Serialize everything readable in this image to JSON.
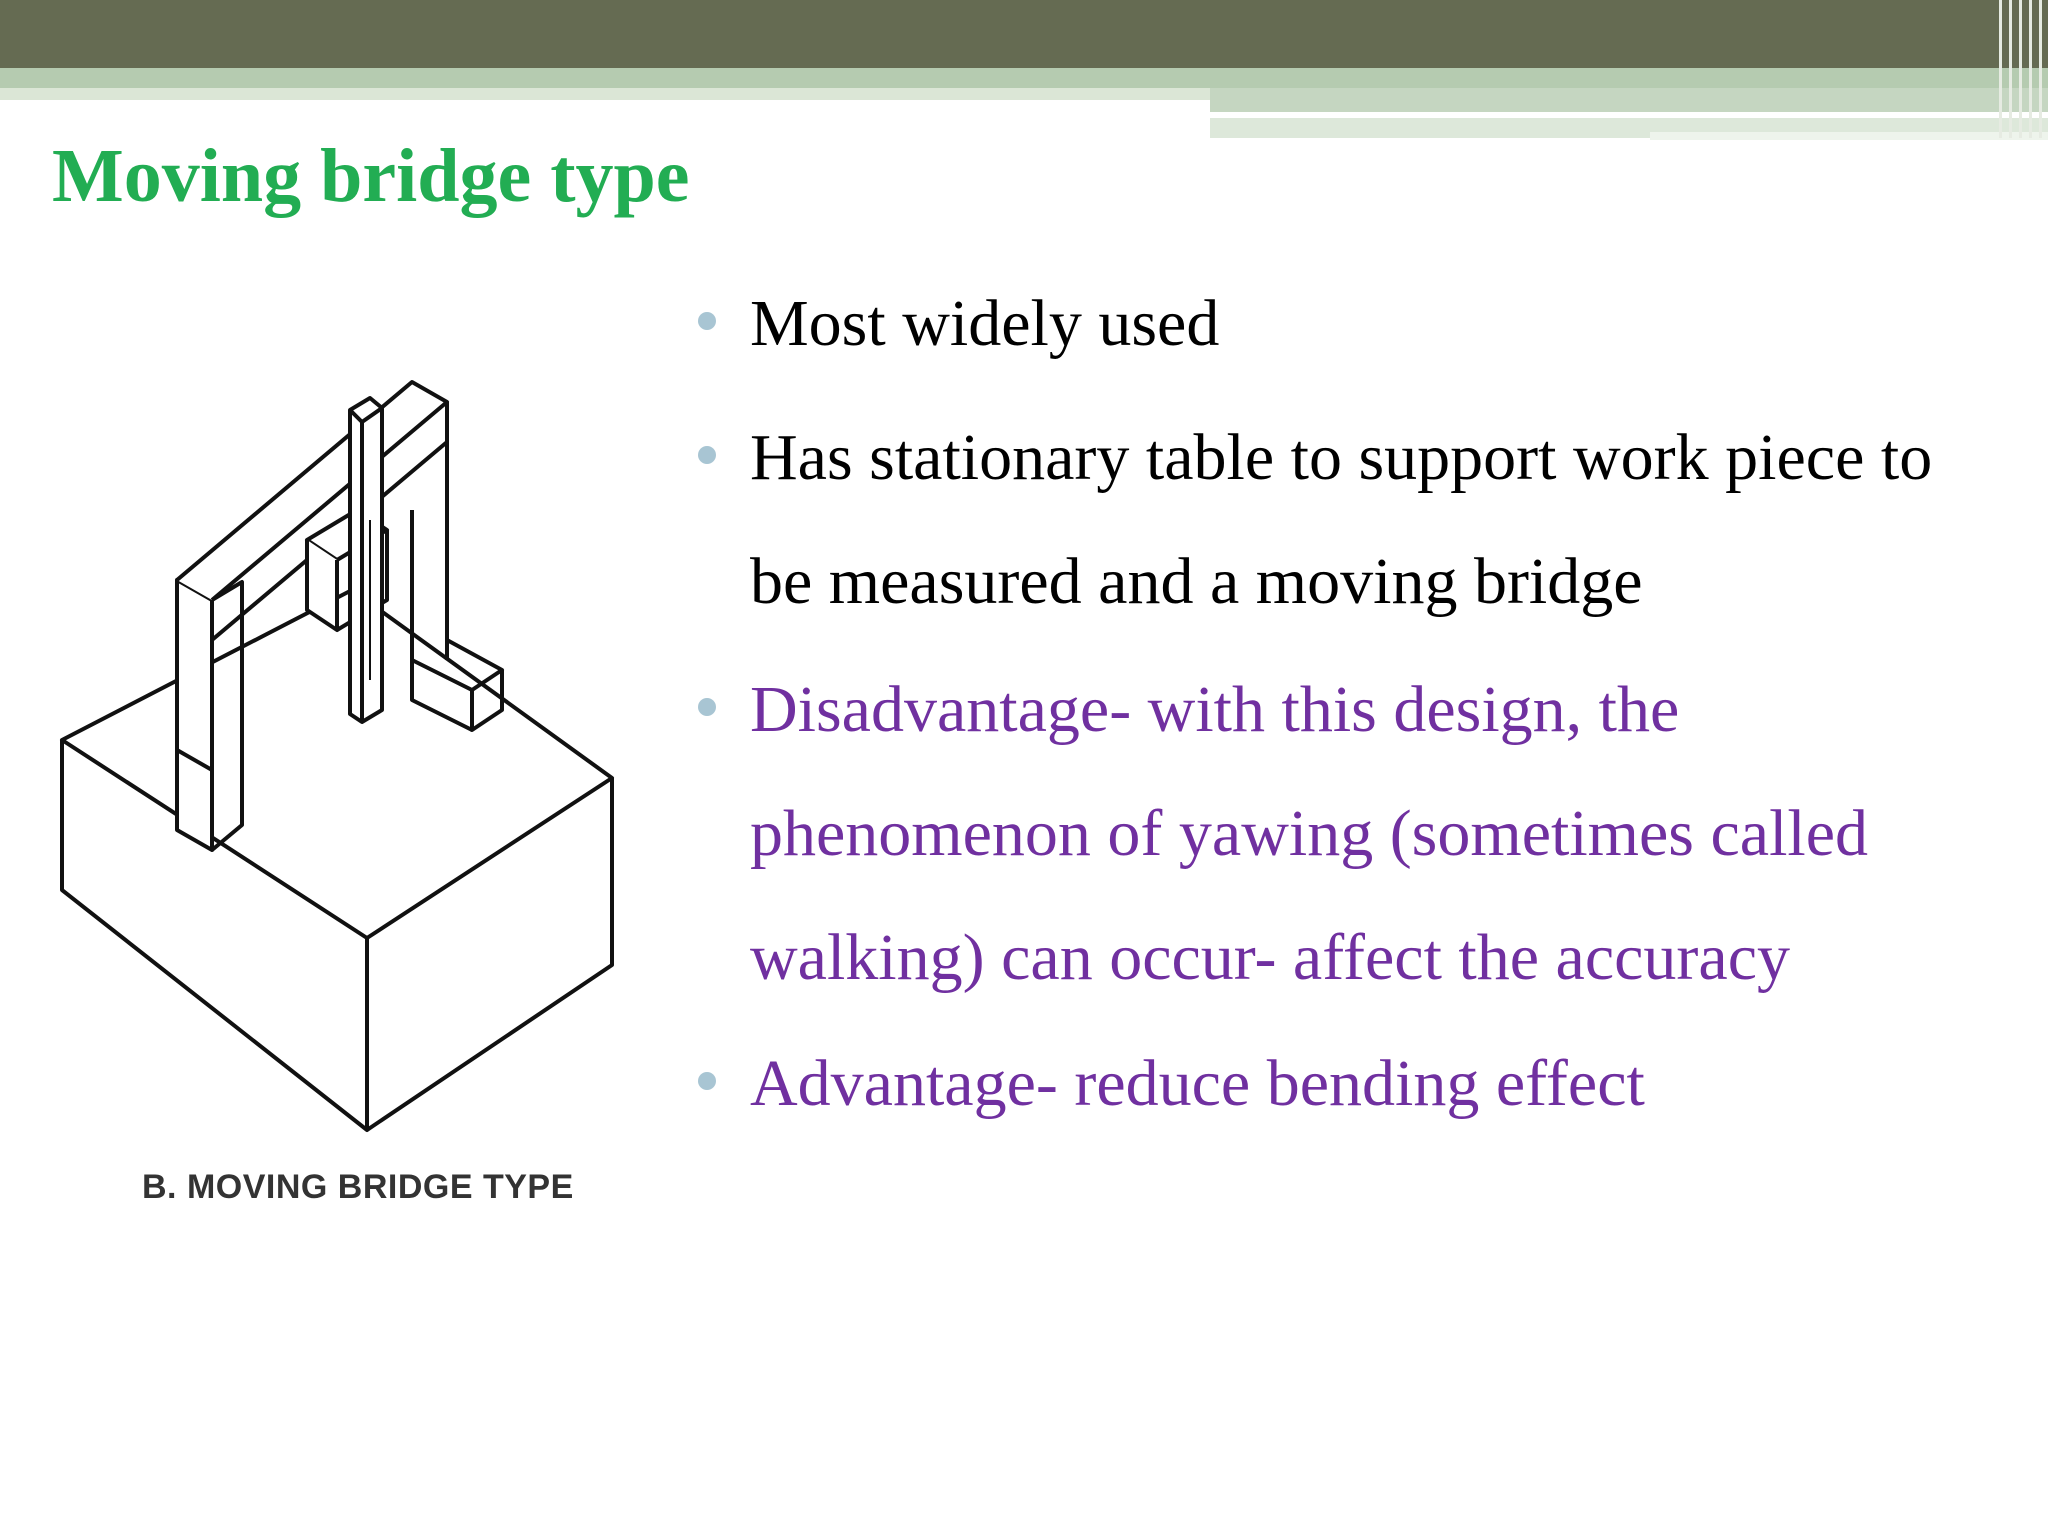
{
  "slide": {
    "title": "Moving bridge type",
    "figure": {
      "caption": "B. MOVING BRIDGE TYPE",
      "icon": "moving-bridge-cmm-drawing"
    },
    "bullets": [
      {
        "text": "Most widely used",
        "color": "#000000"
      },
      {
        "text": "Has stationary table to support work piece to be measured and a moving bridge",
        "color": "#000000"
      },
      {
        "text": "Disadvantage- with this design, the phenomenon of yawing (sometimes called walking) can occur- affect the accuracy",
        "color": "#7030a0"
      },
      {
        "text": "Advantage- reduce bending effect",
        "color": "#7030a0"
      }
    ],
    "colors": {
      "title": "#22ad53",
      "header_band": "#656b52",
      "bullet_dot": "#a8c5d3"
    }
  }
}
